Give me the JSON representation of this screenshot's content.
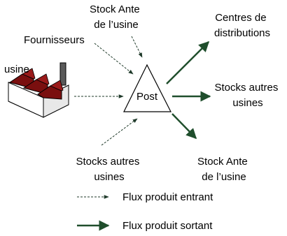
{
  "nodes": {
    "post": "Post",
    "usine": "usine",
    "fournisseurs": "Fournisseurs",
    "stock_ante_top": [
      "Stock Ante",
      "de l’usine"
    ],
    "centres": [
      "Centres de",
      "distributions"
    ],
    "stocks_autres_right": [
      "Stocks autres",
      "usines"
    ],
    "stocks_autres_bottom": [
      "Stocks autres",
      "usines"
    ],
    "stock_ante_bottom": [
      "Stock Ante",
      "de l’usine"
    ]
  },
  "legend": {
    "entrant": "Flux produit entrant",
    "sortant": "Flux produit sortant"
  },
  "colors": {
    "solid_arrow": "#1f4e2c",
    "dashed_arrow": "#2e5a3a",
    "roof": "#7a0f0f",
    "factory_wall": "#ffffff",
    "chimney": "#555555",
    "outline": "#000000"
  },
  "icons": {
    "factory": "factory-icon",
    "post": "triangle-post"
  }
}
